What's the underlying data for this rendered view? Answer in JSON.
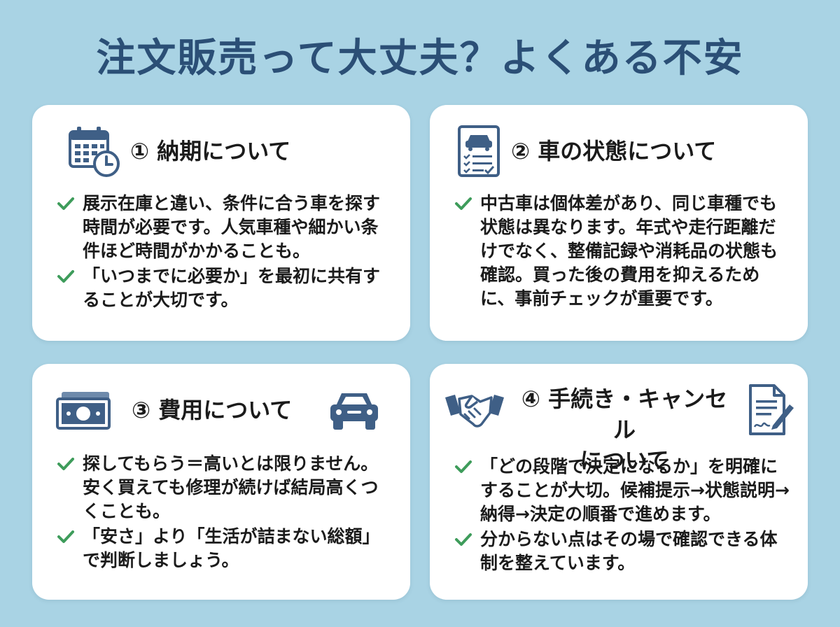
{
  "title": "注文販売って大丈夫？よくある不安",
  "colors": {
    "background": "#a9d3e4",
    "title": "#2b4f76",
    "icon": "#3f5f86",
    "check": "#3e9c5b"
  },
  "cards": [
    {
      "heading": "① 納期について",
      "icon": "calendar-clock-icon",
      "items": [
        "展示在庫と違い、条件に合う車を探す時間が必要です。人気車種や細かい条件ほど時間がかかることも。",
        "「いつまでに必要か」を最初に共有することが大切です。"
      ]
    },
    {
      "heading": "② 車の状態について",
      "icon": "car-checklist-icon",
      "items": [
        "中古車は個体差があり、同じ車種でも状態は異なります。年式や走行距離だけでなく、整備記録や消耗品の状態も確認。買った後の費用を抑えるために、事前チェックが重要です。"
      ]
    },
    {
      "heading": "③ 費用について",
      "icon": "banknote-icon",
      "icon2": "car-icon",
      "items": [
        "探してもらう＝高いとは限りません。安く買えても修理が続けば結局高くつくことも。",
        "「安さ」より「生活が詰まない総額」で判断しましょう。"
      ]
    },
    {
      "heading_line1": "④ 手続き・キャンセル",
      "heading_line2": "について",
      "icon": "handshake-icon",
      "icon2": "contract-document-icon",
      "items": [
        "「どの段階で決定になるか」を明確にすることが大切。候補提示→状態説明→納得→決定の順番で進めます。",
        "分からない点はその場で確認できる体制を整えています。"
      ]
    }
  ]
}
